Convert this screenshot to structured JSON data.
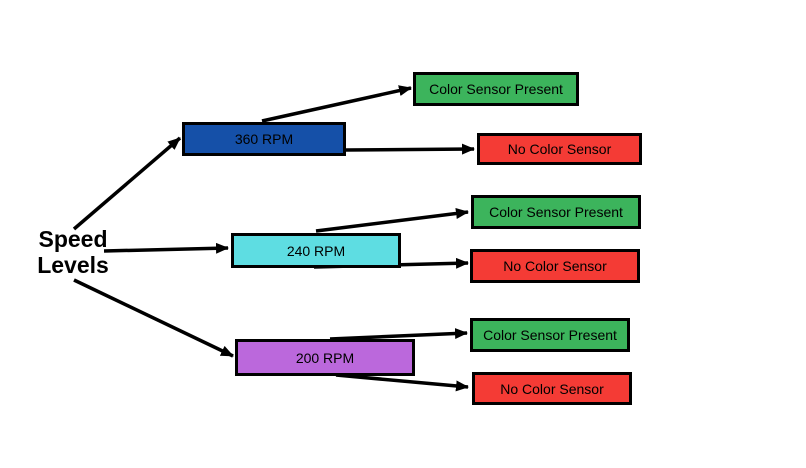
{
  "root": {
    "label": "Speed Levels",
    "lines": [
      "Speed",
      "Levels"
    ]
  },
  "branches": [
    {
      "speed": {
        "label": "360 RPM",
        "color": "#1550a8"
      },
      "outcomes": [
        {
          "label": "Color Sensor Present",
          "color": "#3cb45c"
        },
        {
          "label": "No Color Sensor",
          "color": "#f43b35"
        }
      ]
    },
    {
      "speed": {
        "label": "240 RPM",
        "color": "#5edde2"
      },
      "outcomes": [
        {
          "label": "Color Sensor Present",
          "color": "#3cb45c"
        },
        {
          "label": "No Color Sensor",
          "color": "#f43b35"
        }
      ]
    },
    {
      "speed": {
        "label": "200 RPM",
        "color": "#bb68dc"
      },
      "outcomes": [
        {
          "label": "Color Sensor Present",
          "color": "#3cb45c"
        },
        {
          "label": "No Color Sensor",
          "color": "#f43b35"
        }
      ]
    }
  ],
  "colors": {
    "background": "#ffffff",
    "border": "#000000",
    "arrow": "#000000",
    "text": "#000000"
  }
}
